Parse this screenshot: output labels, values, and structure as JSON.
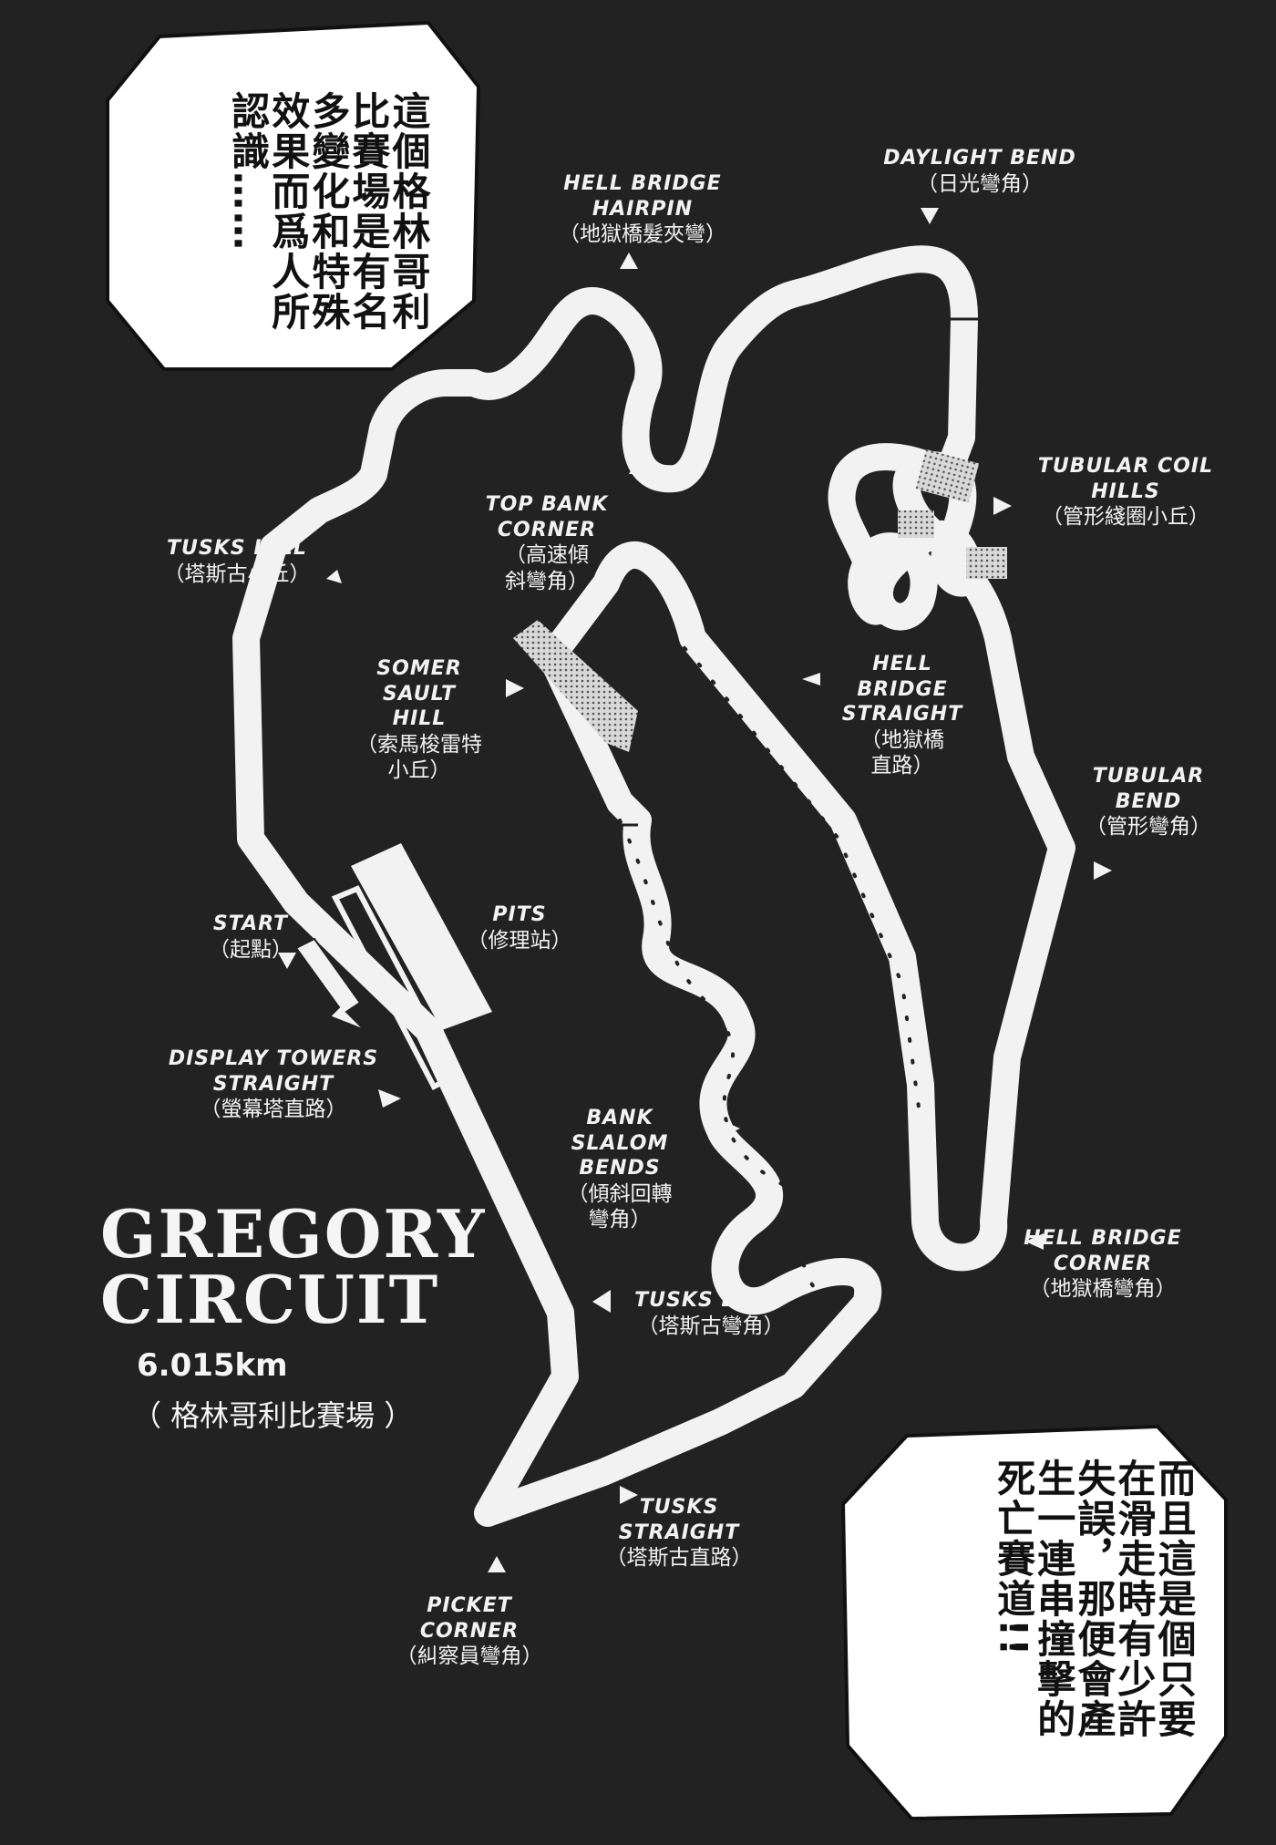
{
  "bubble_top": {
    "text": "這個格林哥利比賽場是有名多變化和特殊效果而爲人所認識……"
  },
  "bubble_bottom": {
    "text": "而且這是個只要在滑走時有少許失誤，那便會產生一連串撞擊的死亡賽道!!"
  },
  "title": {
    "line1": "GREGORY",
    "line2": "CIRCUIT",
    "length": "6.015km",
    "zh": "（ 格林哥利比賽場 ）"
  },
  "labels": {
    "daylight_bend": {
      "en": "DAYLIGHT BEND",
      "zh": "（日光彎角）"
    },
    "hell_bridge_hairpin": {
      "en": "HELL BRIDGE\nHAIRPIN",
      "zh": "（地獄橋髮夾彎）"
    },
    "tubular_coil_hills": {
      "en": "TUBULAR COIL\nHILLS",
      "zh": "（管形綫圈小丘）"
    },
    "top_bank_corner": {
      "en": "TOP BANK\nCORNER",
      "zh": "（高速傾\n斜彎角）"
    },
    "tusks_hill": {
      "en": "TUSKS HILL",
      "zh": "（塔斯古小丘）"
    },
    "somer_sault_hill": {
      "en": "SOMER SAULT\nHILL",
      "zh": "（索馬梭雷特\n小丘）"
    },
    "hell_bridge_straight": {
      "en": "HELL BRIDGE\nSTRAIGHT",
      "zh": "（地獄橋\n直路）"
    },
    "tubular_bend": {
      "en": "TUBULAR\nBEND",
      "zh": "（管形彎角）"
    },
    "start": {
      "en": "START",
      "zh": "（起點）"
    },
    "pits": {
      "en": "PITS",
      "zh": "（修理站）"
    },
    "display_towers_straight": {
      "en": "DISPLAY TOWERS\nSTRAIGHT",
      "zh": "（螢幕塔直路）"
    },
    "bank_slalom_bends": {
      "en": "BANK SLALOM\nBENDS",
      "zh": "（傾斜回轉\n彎角）"
    },
    "hell_bridge_corner": {
      "en": "HELL BRIDGE\nCORNER",
      "zh": "（地獄橋彎角）"
    },
    "tusks_bend": {
      "en": "TUSKS BEND",
      "zh": "（塔斯古彎角）"
    },
    "tusks_straight": {
      "en": "TUSKS\nSTRAIGHT",
      "zh": "（塔斯古直路）"
    },
    "picket_corner": {
      "en": "PICKET\nCORNER",
      "zh": "（糾察員彎角）"
    }
  },
  "colors": {
    "background": "#222222",
    "track": "#f2f2f2",
    "bubble": "#ffffff",
    "text": "#f2f2f2"
  }
}
